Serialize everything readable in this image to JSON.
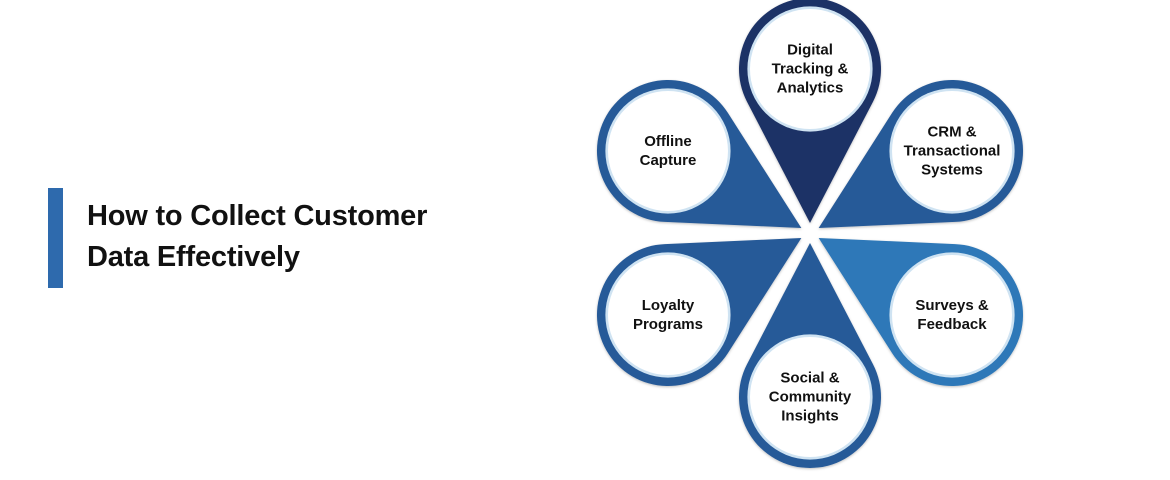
{
  "title": {
    "line1": "How to Collect Customer",
    "line2": "Data Effectively"
  },
  "diagram": {
    "colors": {
      "dark": "#1f3266",
      "mid": "#285a98",
      "light": "#2e78b8",
      "ring_inner": "#ffffff",
      "accent": "#2e6aad"
    },
    "petals": [
      {
        "id": "digital-tracking-analytics",
        "lines": [
          "Digital",
          "Tracking &",
          "Analytics"
        ]
      },
      {
        "id": "crm-transactional-systems",
        "lines": [
          "CRM &",
          "Transactional",
          "Systems"
        ]
      },
      {
        "id": "surveys-feedback",
        "lines": [
          "Surveys &",
          "Feedback"
        ]
      },
      {
        "id": "social-community-insights",
        "lines": [
          "Social &",
          "Community",
          "Insights"
        ]
      },
      {
        "id": "loyalty-programs",
        "lines": [
          "Loyalty",
          "Programs"
        ]
      },
      {
        "id": "offline-capture",
        "lines": [
          "Offline",
          "Capture"
        ]
      }
    ]
  }
}
